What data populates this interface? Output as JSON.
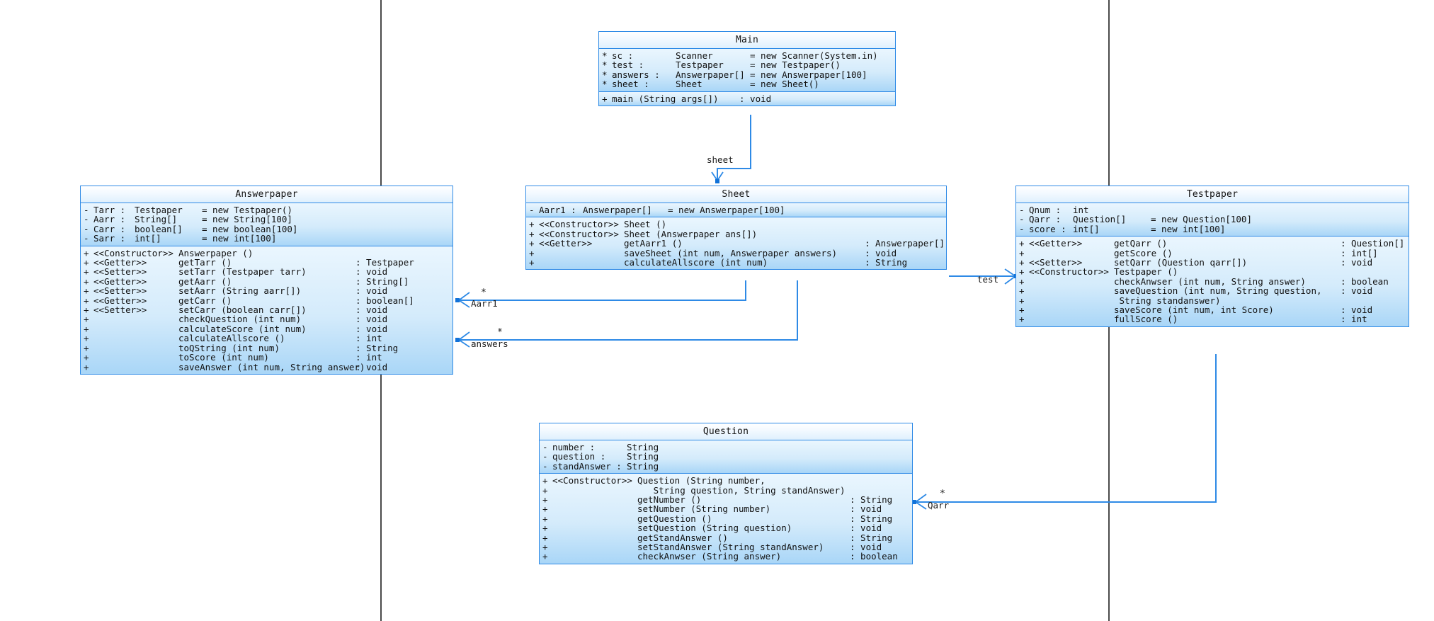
{
  "diagram": {
    "title": "UML Class Diagram",
    "accent_color": "#2e8ae6",
    "body_color": "#bfe2fb",
    "guide_color": "#4a4a4a"
  },
  "classes": {
    "main": {
      "name": "Main",
      "attributes": [
        {
          "vis": "*",
          "name": "sc",
          "sep": ":",
          "type": "Scanner",
          "init": "= new Scanner(System.in)"
        },
        {
          "vis": "*",
          "name": "test",
          "sep": ":",
          "type": "Testpaper",
          "init": "= new Testpaper()"
        },
        {
          "vis": "*",
          "name": "answers",
          "sep": ":",
          "type": "Answerpaper[]",
          "init": "= new Answerpaper[100]"
        },
        {
          "vis": "*",
          "name": "sheet",
          "sep": ":",
          "type": "Sheet",
          "init": "= new Sheet()"
        }
      ],
      "operations": [
        {
          "vis": "+",
          "stereotype": "",
          "sig": "main (String args[])",
          "ret": ": void"
        }
      ]
    },
    "sheet": {
      "name": "Sheet",
      "attributes": [
        {
          "vis": "-",
          "name": "Aarr1",
          "sep": ":",
          "type": "Answerpaper[]",
          "init": "= new Answerpaper[100]"
        }
      ],
      "operations": [
        {
          "vis": "+",
          "stereotype": "<<Constructor>>",
          "sig": "Sheet ()",
          "ret": ""
        },
        {
          "vis": "+",
          "stereotype": "<<Constructor>>",
          "sig": "Sheet (Answerpaper ans[])",
          "ret": ""
        },
        {
          "vis": "+",
          "stereotype": "<<Getter>>",
          "sig": "getAarr1 ()",
          "ret": ": Answerpaper[]"
        },
        {
          "vis": "+",
          "stereotype": "",
          "sig": "saveSheet (int num, Answerpaper answers)",
          "ret": ": void"
        },
        {
          "vis": "+",
          "stereotype": "",
          "sig": "calculateAllscore (int num)",
          "ret": ": String"
        }
      ]
    },
    "answerpaper": {
      "name": "Answerpaper",
      "attributes": [
        {
          "vis": "-",
          "name": "Tarr",
          "sep": ":",
          "type": "Testpaper",
          "init": "= new Testpaper()"
        },
        {
          "vis": "-",
          "name": "Aarr",
          "sep": ":",
          "type": "String[]",
          "init": "= new String[100]"
        },
        {
          "vis": "-",
          "name": "Carr",
          "sep": ":",
          "type": "boolean[]",
          "init": "= new boolean[100]"
        },
        {
          "vis": "-",
          "name": "Sarr",
          "sep": ":",
          "type": "int[]",
          "init": "= new int[100]"
        }
      ],
      "operations": [
        {
          "vis": "+",
          "stereotype": "<<Constructor>>",
          "sig": "Answerpaper ()",
          "ret": ""
        },
        {
          "vis": "+",
          "stereotype": "<<Getter>>",
          "sig": "getTarr ()",
          "ret": ": Testpaper"
        },
        {
          "vis": "+",
          "stereotype": "<<Setter>>",
          "sig": "setTarr (Testpaper tarr)",
          "ret": ": void"
        },
        {
          "vis": "+",
          "stereotype": "<<Getter>>",
          "sig": "getAarr ()",
          "ret": ": String[]"
        },
        {
          "vis": "+",
          "stereotype": "<<Setter>>",
          "sig": "setAarr (String aarr[])",
          "ret": ": void"
        },
        {
          "vis": "+",
          "stereotype": "<<Getter>>",
          "sig": "getCarr ()",
          "ret": ": boolean[]"
        },
        {
          "vis": "+",
          "stereotype": "<<Setter>>",
          "sig": "setCarr (boolean carr[])",
          "ret": ": void"
        },
        {
          "vis": "+",
          "stereotype": "",
          "sig": "checkQuestion (int num)",
          "ret": ": void"
        },
        {
          "vis": "+",
          "stereotype": "",
          "sig": "calculateScore (int num)",
          "ret": ": void"
        },
        {
          "vis": "+",
          "stereotype": "",
          "sig": "calculateAllscore ()",
          "ret": ": int"
        },
        {
          "vis": "+",
          "stereotype": "",
          "sig": "toQString (int num)",
          "ret": ": String"
        },
        {
          "vis": "+",
          "stereotype": "",
          "sig": "toScore (int num)",
          "ret": ": int"
        },
        {
          "vis": "+",
          "stereotype": "",
          "sig": "saveAnswer (int num, String answer)",
          "ret": ": void"
        }
      ]
    },
    "testpaper": {
      "name": "Testpaper",
      "attributes": [
        {
          "vis": "-",
          "name": "Qnum",
          "sep": ":",
          "type": "int",
          "init": ""
        },
        {
          "vis": "-",
          "name": "Qarr",
          "sep": ":",
          "type": "Question[]",
          "init": "= new Question[100]"
        },
        {
          "vis": "-",
          "name": "score",
          "sep": ":",
          "type": "int[]",
          "init": "= new int[100]"
        }
      ],
      "operations": [
        {
          "vis": "+",
          "stereotype": "<<Getter>>",
          "sig": "getQarr ()",
          "ret": ": Question[]"
        },
        {
          "vis": "+",
          "stereotype": "",
          "sig": "getScore ()",
          "ret": ": int[]"
        },
        {
          "vis": "+",
          "stereotype": "<<Setter>>",
          "sig": "setQarr (Question qarr[])",
          "ret": ": void"
        },
        {
          "vis": "+",
          "stereotype": "<<Constructor>>",
          "sig": "Testpaper ()",
          "ret": ""
        },
        {
          "vis": "+",
          "stereotype": "",
          "sig": "checkAnwser (int num, String answer)",
          "ret": ": boolean"
        },
        {
          "vis": "+",
          "stereotype": "",
          "sig": "saveQuestion (int num, String question,",
          "ret": ": void"
        },
        {
          "vis": "+",
          "stereotype": "",
          "sig": " String standanswer)",
          "ret": ""
        },
        {
          "vis": "+",
          "stereotype": "",
          "sig": "saveScore (int num, int Score)",
          "ret": ": void"
        },
        {
          "vis": "+",
          "stereotype": "",
          "sig": "fullScore ()",
          "ret": ": int"
        }
      ]
    },
    "question": {
      "name": "Question",
      "attributes": [
        {
          "vis": "-",
          "name": "number",
          "sep": ":",
          "type": "String",
          "init": ""
        },
        {
          "vis": "-",
          "name": "question",
          "sep": ":",
          "type": "String",
          "init": ""
        },
        {
          "vis": "-",
          "name": "standAnswer",
          "sep": ":",
          "type": "String",
          "init": ""
        }
      ],
      "operations": [
        {
          "vis": "+",
          "stereotype": "<<Constructor>>",
          "sig": "Question (String number,",
          "ret": ""
        },
        {
          "vis": "+",
          "stereotype": "",
          "sig": "   String question, String standAnswer)",
          "ret": ""
        },
        {
          "vis": "+",
          "stereotype": "",
          "sig": "getNumber ()",
          "ret": ": String"
        },
        {
          "vis": "+",
          "stereotype": "",
          "sig": "setNumber (String number)",
          "ret": ": void"
        },
        {
          "vis": "+",
          "stereotype": "",
          "sig": "getQuestion ()",
          "ret": ": String"
        },
        {
          "vis": "+",
          "stereotype": "",
          "sig": "setQuestion (String question)",
          "ret": ": void"
        },
        {
          "vis": "+",
          "stereotype": "",
          "sig": "getStandAnswer ()",
          "ret": ": String"
        },
        {
          "vis": "+",
          "stereotype": "",
          "sig": "setStandAnswer (String standAnswer)",
          "ret": ": void"
        },
        {
          "vis": "+",
          "stereotype": "",
          "sig": "checkAnwser (String answer)",
          "ret": ": boolean"
        }
      ]
    }
  },
  "connectors": [
    {
      "id": "main-sheet",
      "role": "sheet",
      "multiplicity": "",
      "from": "Main",
      "to": "Sheet"
    },
    {
      "id": "sheet-answerpaper-1",
      "role": "Aarr1",
      "multiplicity": "*",
      "from": "Sheet",
      "to": "Answerpaper"
    },
    {
      "id": "main-answerpaper",
      "role": "answers",
      "multiplicity": "*",
      "from": "Main",
      "to": "Answerpaper"
    },
    {
      "id": "sheet-testpaper",
      "role": "test",
      "multiplicity": "",
      "from": "Sheet",
      "to": "Testpaper"
    },
    {
      "id": "testpaper-question",
      "role": "Qarr",
      "multiplicity": "*",
      "from": "Testpaper",
      "to": "Question"
    }
  ]
}
